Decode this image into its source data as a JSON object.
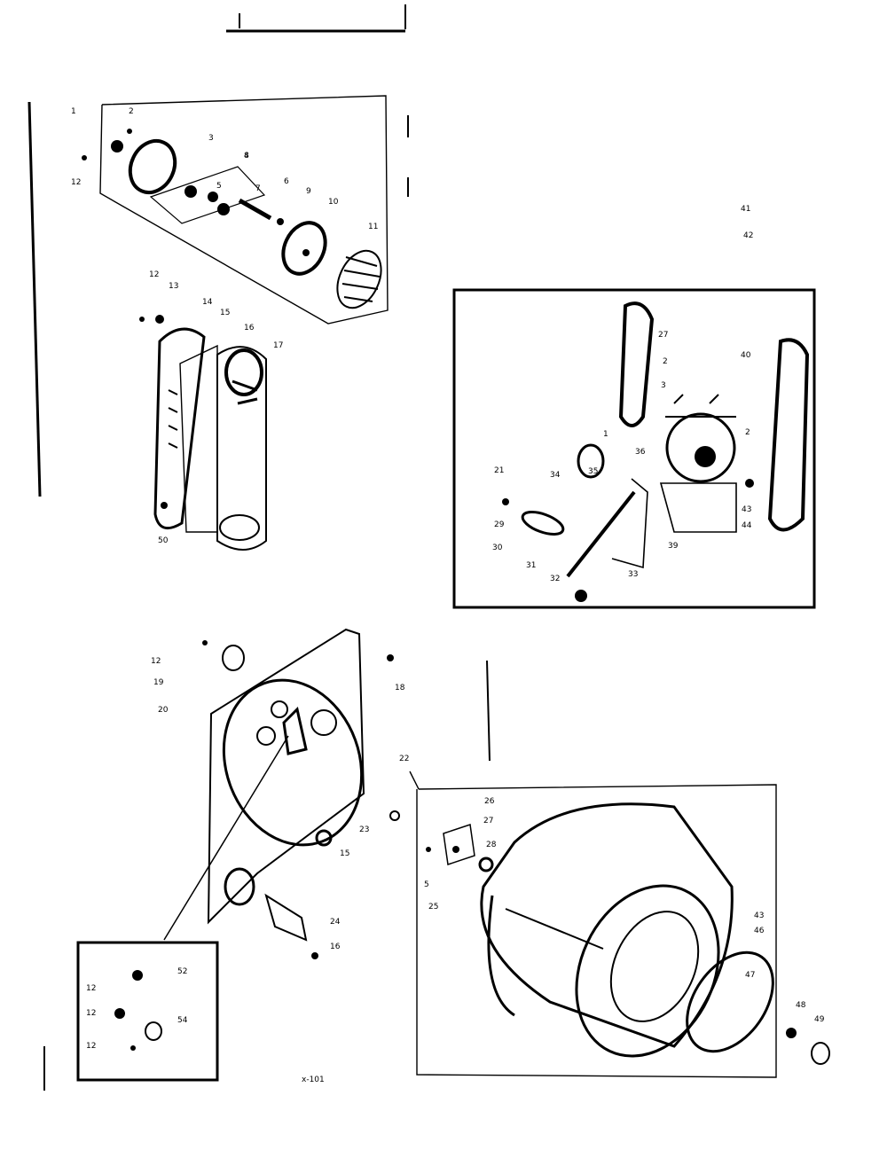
{
  "diagram": {
    "motor_group_labels": [
      "27",
      "2",
      "3",
      "41",
      "42",
      "40",
      "34",
      "1",
      "35",
      "36",
      "2",
      "21",
      "29",
      "30",
      "31",
      "32",
      "33",
      "39",
      "43",
      "44"
    ],
    "blower_group_labels": [
      "1",
      "2",
      "3",
      "4",
      "5",
      "6",
      "7",
      "8",
      "9",
      "10",
      "11",
      "12"
    ],
    "idler_group_labels": [
      "12",
      "13",
      "14",
      "15",
      "16",
      "17",
      "50"
    ],
    "bulkhead_group_labels": [
      "12",
      "19",
      "18",
      "20",
      "22",
      "23",
      "15",
      "24",
      "16"
    ],
    "drum_group_labels": [
      "26",
      "27",
      "28",
      "5",
      "25",
      "43",
      "46",
      "47",
      "48",
      "49"
    ],
    "inset_group_labels": [
      "12",
      "52",
      "12",
      "54",
      "12"
    ],
    "stray_mark": "x-101"
  }
}
